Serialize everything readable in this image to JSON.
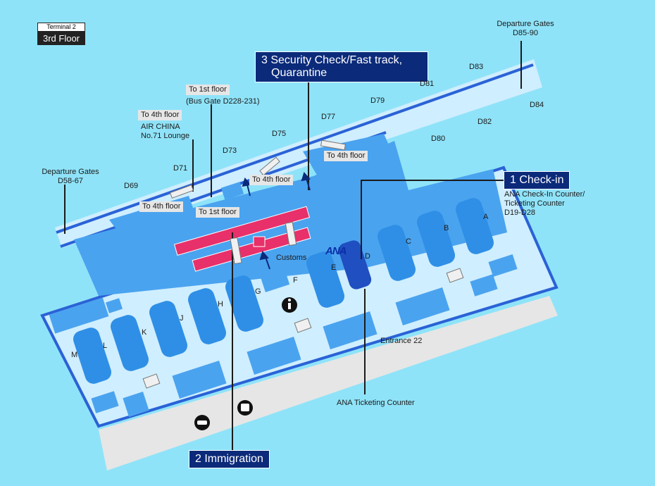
{
  "badge": {
    "terminal": "Terminal 2",
    "floor": "3rd Floor"
  },
  "steps": {
    "checkin": "1 Check-in",
    "immigration": "2 Immigration",
    "security": "3 Security Check/Fast track,",
    "security2": "Quarantine"
  },
  "departure_right": {
    "title": "Departure Gates",
    "range": "D85-90"
  },
  "departure_left": {
    "title": "Departure Gates",
    "range": "D58-67"
  },
  "gates": [
    "D69",
    "D71",
    "D73",
    "D75",
    "D77",
    "D79",
    "D81",
    "D83",
    "D84",
    "D82",
    "D80"
  ],
  "counters": [
    "A",
    "B",
    "C",
    "D",
    "E",
    "F",
    "G",
    "H",
    "J",
    "K",
    "L",
    "M"
  ],
  "transfers": {
    "to1st_a": "To 1st floor",
    "bus_gate": "(Bus Gate D228-231)",
    "to4th_a": "To 4th floor",
    "to4th_b": "To 4th floor",
    "to4th_c": "To 4th floor",
    "to4th_d": "To 4th floor",
    "to1st_b": "To 1st floor"
  },
  "lounge": {
    "line1": "AIR CHINA",
    "line2": "No.71 Lounge"
  },
  "labels": {
    "customs": "Customs",
    "ana_checkin1": "ANA Check-In Counter/",
    "ana_checkin2": "Ticketing Counter",
    "ana_checkin3": "D19-D28",
    "entrance": "Entrance 22",
    "ana_ticketing": "ANA Ticketing Counter",
    "ana_logo": "ANA"
  },
  "icons": [
    "information-icon",
    "taxi-icon",
    "bus-icon",
    "escalator-icon",
    "arrow-icon"
  ],
  "colors": {
    "background": "#8fe3f8",
    "building": "#4aa3ef",
    "building_light": "#cfeeff",
    "counter": "#2f8fe6",
    "security_lane": "#e8306a",
    "step_box": "#0b2a7a",
    "road": "#e6e6e6"
  }
}
